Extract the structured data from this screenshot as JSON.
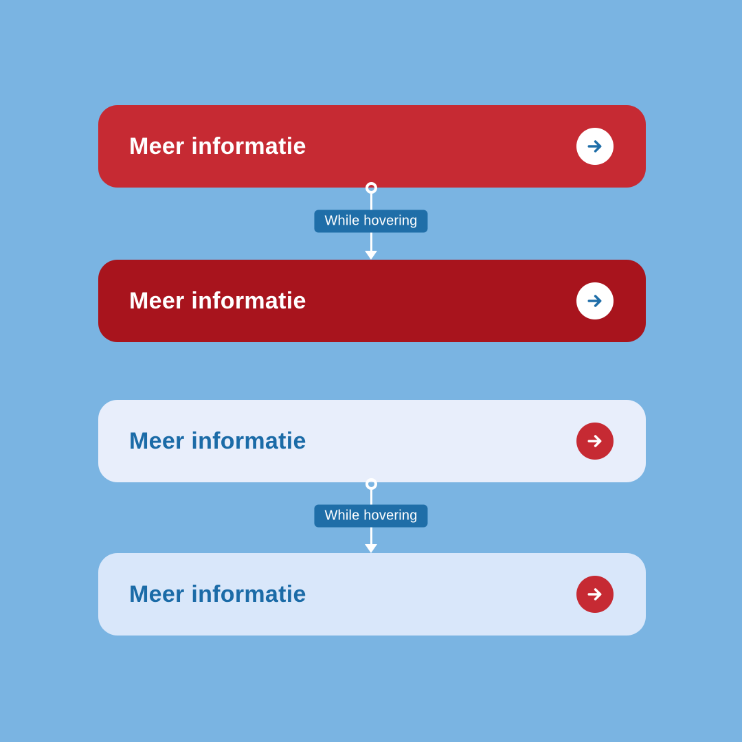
{
  "page": {
    "background": "#7ab4e2"
  },
  "buttons": [
    {
      "label": "Meer informatie",
      "variant": "red",
      "state": "default",
      "background": "#c62a33",
      "text_color": "#ffffff",
      "icon": "arrow-right-icon",
      "icon_circle_color": "#ffffff",
      "icon_arrow_color": "#1f6ea8"
    },
    {
      "label": "Meer informatie",
      "variant": "red",
      "state": "hover",
      "background": "#a8141d",
      "text_color": "#ffffff",
      "icon": "arrow-right-icon",
      "icon_circle_color": "#ffffff",
      "icon_arrow_color": "#1f6ea8"
    },
    {
      "label": "Meer informatie",
      "variant": "light",
      "state": "default",
      "background": "#e8eefb",
      "text_color": "#1b6ba7",
      "icon": "arrow-right-icon",
      "icon_circle_color": "#c62a33",
      "icon_arrow_color": "#ffffff"
    },
    {
      "label": "Meer informatie",
      "variant": "light",
      "state": "hover",
      "background": "#d9e7fa",
      "text_color": "#1b6ba7",
      "icon": "arrow-right-icon",
      "icon_circle_color": "#c62a33",
      "icon_arrow_color": "#ffffff"
    }
  ],
  "connectors": [
    {
      "label": "While hovering",
      "badge_color": "#1f6ea8",
      "line_color": "#ffffff"
    },
    {
      "label": "While hovering",
      "badge_color": "#1f6ea8",
      "line_color": "#ffffff"
    }
  ]
}
